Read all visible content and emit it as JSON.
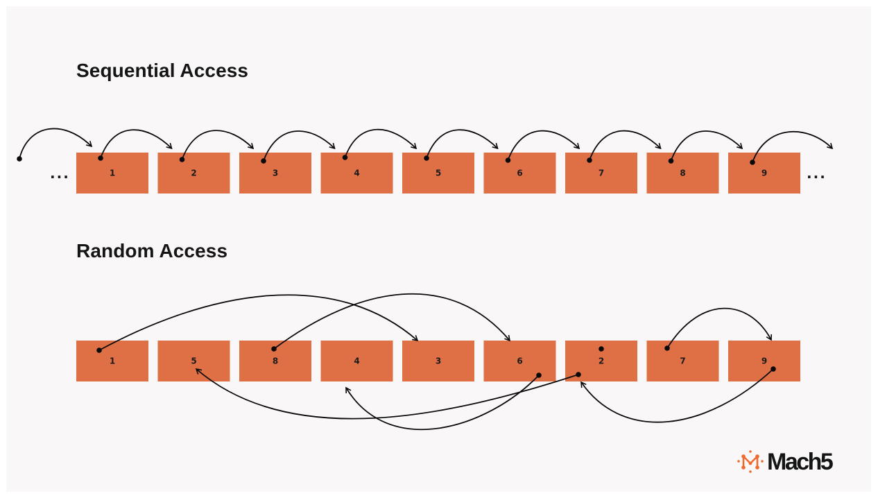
{
  "colors": {
    "box_fill": "#df7046",
    "panel_bg": "#f9f7f8",
    "line": "#0a0a0a",
    "brand_orange": "#ef6a2e"
  },
  "sequential": {
    "title": "Sequential Access",
    "ellipsis_left": "...",
    "ellipsis_right": "...",
    "boxes": [
      "1",
      "2",
      "3",
      "4",
      "5",
      "6",
      "7",
      "8",
      "9"
    ],
    "access_order": [
      "1",
      "2",
      "3",
      "4",
      "5",
      "6",
      "7",
      "8",
      "9"
    ]
  },
  "random": {
    "title": "Random Access",
    "boxes": [
      "1",
      "5",
      "8",
      "4",
      "3",
      "6",
      "2",
      "7",
      "9"
    ],
    "jumps_over": [
      {
        "from": "1",
        "to": "3"
      },
      {
        "from": "8",
        "to": "6"
      },
      {
        "from": "7",
        "to": "9"
      }
    ],
    "jumps_under": [
      {
        "from": "6",
        "to": "4"
      },
      {
        "from": "2",
        "to": "5"
      },
      {
        "from": "9",
        "to": "2"
      }
    ]
  },
  "logo": {
    "icon": "mach5-logo-icon",
    "text": "Mach5"
  }
}
